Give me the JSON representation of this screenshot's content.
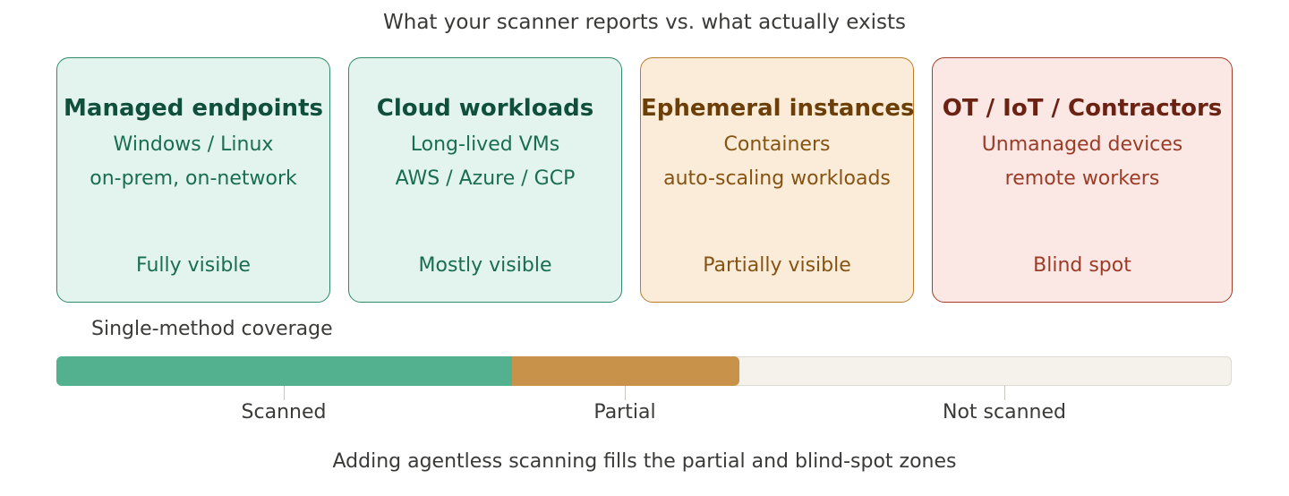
{
  "title": "What your scanner reports vs. what actually exists",
  "cards": [
    {
      "heading": "Managed endpoints",
      "line1": "Windows / Linux",
      "line2": "on-prem, on-network",
      "status": "Fully visible",
      "tone": "green",
      "colors": {
        "fill": "#e2f4ed",
        "border": "#2e8a67",
        "text": "#196d52"
      }
    },
    {
      "heading": "Cloud workloads",
      "line1": "Long-lived VMs",
      "line2": "AWS / Azure / GCP",
      "status": "Mostly visible",
      "tone": "green",
      "colors": {
        "fill": "#e2f4ed",
        "border": "#2e8a67",
        "text": "#196d52"
      }
    },
    {
      "heading": "Ephemeral instances",
      "line1": "Containers",
      "line2": "auto-scaling workloads",
      "status": "Partially visible",
      "tone": "amber",
      "colors": {
        "fill": "#fbecd9",
        "border": "#b87d2c",
        "text": "#855312"
      }
    },
    {
      "heading": "OT / IoT / Contractors",
      "line1": "Unmanaged devices",
      "line2": "remote workers",
      "status": "Blind spot",
      "tone": "red",
      "colors": {
        "fill": "#fbe7e3",
        "border": "#a2402c",
        "text": "#9a3c28"
      }
    }
  ],
  "coverage": {
    "label": "Single-method coverage",
    "segments": [
      {
        "label": "Scanned",
        "share": 0.388,
        "color": "#53b190"
      },
      {
        "label": "Partial",
        "share": 0.193,
        "color": "#c8924a"
      },
      {
        "label": "Not scanned",
        "share": 0.419,
        "color": "#f4f2ea"
      }
    ]
  },
  "footer": "Adding agentless scanning fills the partial and blind-spot zones"
}
